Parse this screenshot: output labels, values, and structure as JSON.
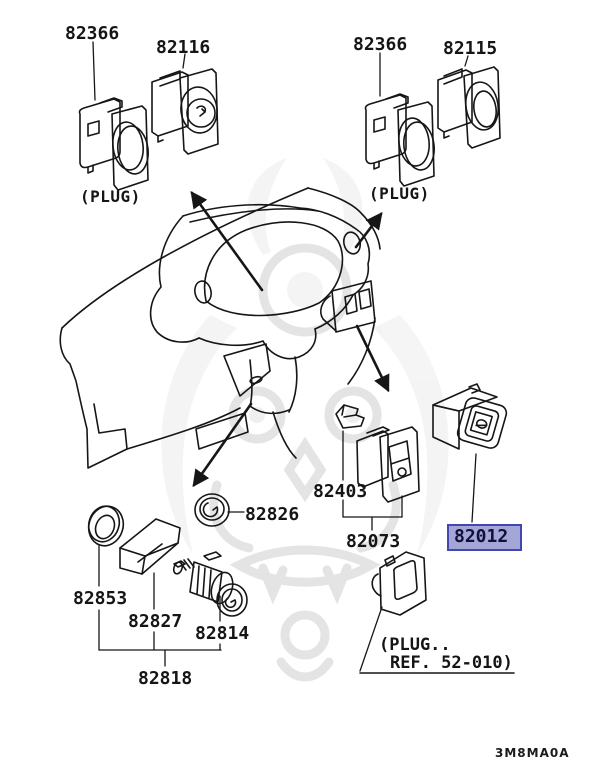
{
  "diagram_code": "3M8MA0A",
  "colors": {
    "background": "#ffffff",
    "line": "#161616",
    "watermark": "#d9d9d9",
    "highlight_fill": "#a5a6d8",
    "highlight_border": "#4347b0",
    "highlight_text": "#101038"
  },
  "selection": {
    "selected_part": "82012"
  },
  "callouts": {
    "part_82366_left": "82366",
    "part_82116": "82116",
    "part_82366_right": "82366",
    "part_82115": "82115",
    "part_82403": "82403",
    "part_82073": "82073",
    "part_82012": "82012",
    "part_82826": "82826",
    "part_82853": "82853",
    "part_82827": "82827",
    "part_82814": "82814",
    "part_82818": "82818"
  },
  "annotations": {
    "plug_left": "(PLUG)",
    "plug_right": "(PLUG)",
    "plug_ref_line1": "(PLUG..",
    "plug_ref_line2": "REF. 52-010)"
  }
}
